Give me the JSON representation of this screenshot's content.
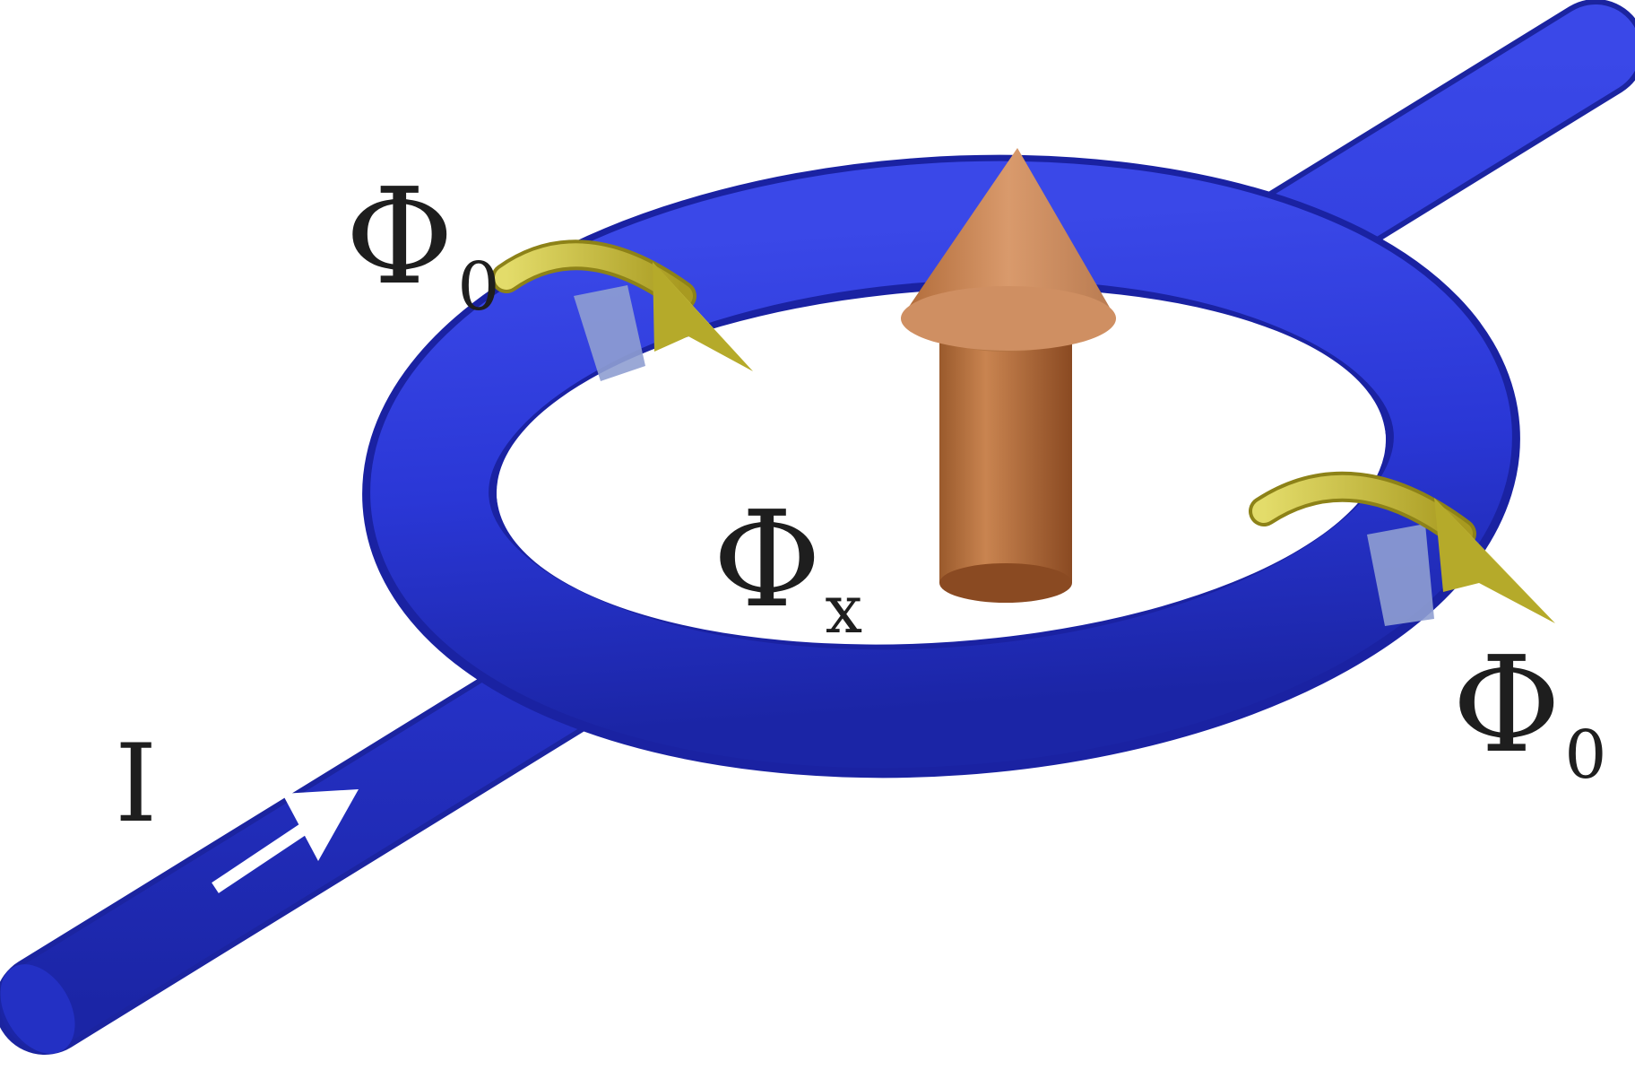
{
  "labels": {
    "current": "I",
    "flux_left": {
      "symbol": "Φ",
      "subscript": "0"
    },
    "flux_right": {
      "symbol": "Φ",
      "subscript": "0"
    },
    "flux_center": {
      "symbol": "Φ",
      "subscript": "x"
    }
  },
  "colors": {
    "superconductor": "#2a37d6",
    "junction": "#8f9ed2",
    "flux_arrow": "#c9c03a",
    "spin_arrow": "#b8703c",
    "current_arrow": "#ffffff",
    "text": "#1e1e1e"
  }
}
